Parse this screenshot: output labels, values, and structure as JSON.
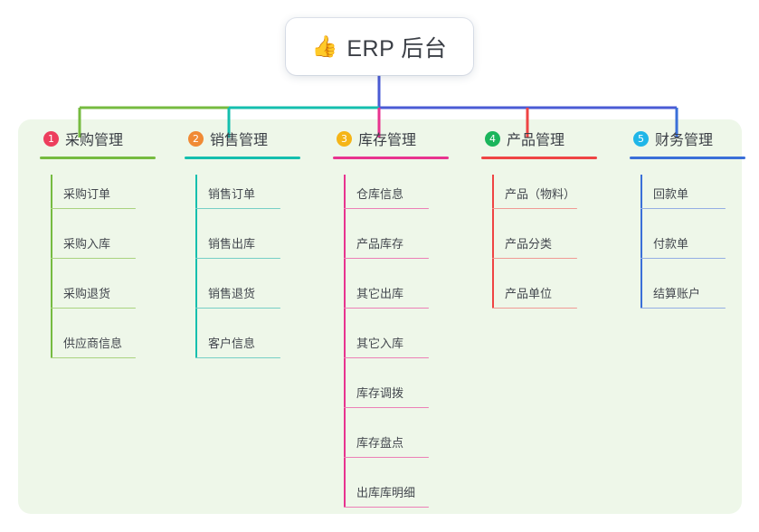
{
  "root": {
    "icon": "thumbs-up-icon",
    "emoji": "👍",
    "title": "ERP 后台"
  },
  "theme": {
    "panel_bg": "#eef7e9",
    "page_bg": "#ffffff",
    "text": "#3b3f46",
    "item_text": "#43474e",
    "root_stem": "#4a5bd4"
  },
  "branches": [
    {
      "number": "1",
      "title": "采购管理",
      "badge_color": "#ed3e5d",
      "accent": "#76bb40",
      "accent_soft": "#a9d37f",
      "connector": "#76bb40",
      "items": [
        {
          "label": "采购订单"
        },
        {
          "label": "采购入库"
        },
        {
          "label": "采购退货"
        },
        {
          "label": "供应商信息"
        }
      ]
    },
    {
      "number": "2",
      "title": "销售管理",
      "badge_color": "#f08a35",
      "accent": "#14bfae",
      "accent_soft": "#76cfc6",
      "connector": "#14bfae",
      "items": [
        {
          "label": "销售订单"
        },
        {
          "label": "销售出库"
        },
        {
          "label": "销售退货"
        },
        {
          "label": "客户信息"
        }
      ]
    },
    {
      "number": "3",
      "title": "库存管理",
      "badge_color": "#f5b517",
      "accent": "#e8338f",
      "accent_soft": "#ec7fb6",
      "connector": "#e8338f",
      "items": [
        {
          "label": "仓库信息"
        },
        {
          "label": "产品库存"
        },
        {
          "label": "其它出库"
        },
        {
          "label": "其它入库"
        },
        {
          "label": "库存调拨"
        },
        {
          "label": "库存盘点"
        },
        {
          "label": "出库库明细"
        }
      ]
    },
    {
      "number": "4",
      "title": "产品管理",
      "badge_color": "#1bb55c",
      "accent": "#ef4444",
      "accent_soft": "#f09a95",
      "connector": "#ef4444",
      "items": [
        {
          "label": "产品（物料）"
        },
        {
          "label": "产品分类"
        },
        {
          "label": "产品单位"
        }
      ]
    },
    {
      "number": "5",
      "title": "财务管理",
      "badge_color": "#1fb6e8",
      "accent": "#3a6fd8",
      "accent_soft": "#94aee4",
      "connector": "#3a6fd8",
      "items": [
        {
          "label": "回款单"
        },
        {
          "label": "付款单"
        },
        {
          "label": "结算账户"
        }
      ]
    }
  ],
  "connector_bar": {
    "segments": [
      {
        "name": "segment-purchase",
        "color": "#76bb40"
      },
      {
        "name": "segment-sales",
        "color": "#14bfae"
      },
      {
        "name": "segment-right",
        "color": "#4a5bd4"
      }
    ]
  }
}
